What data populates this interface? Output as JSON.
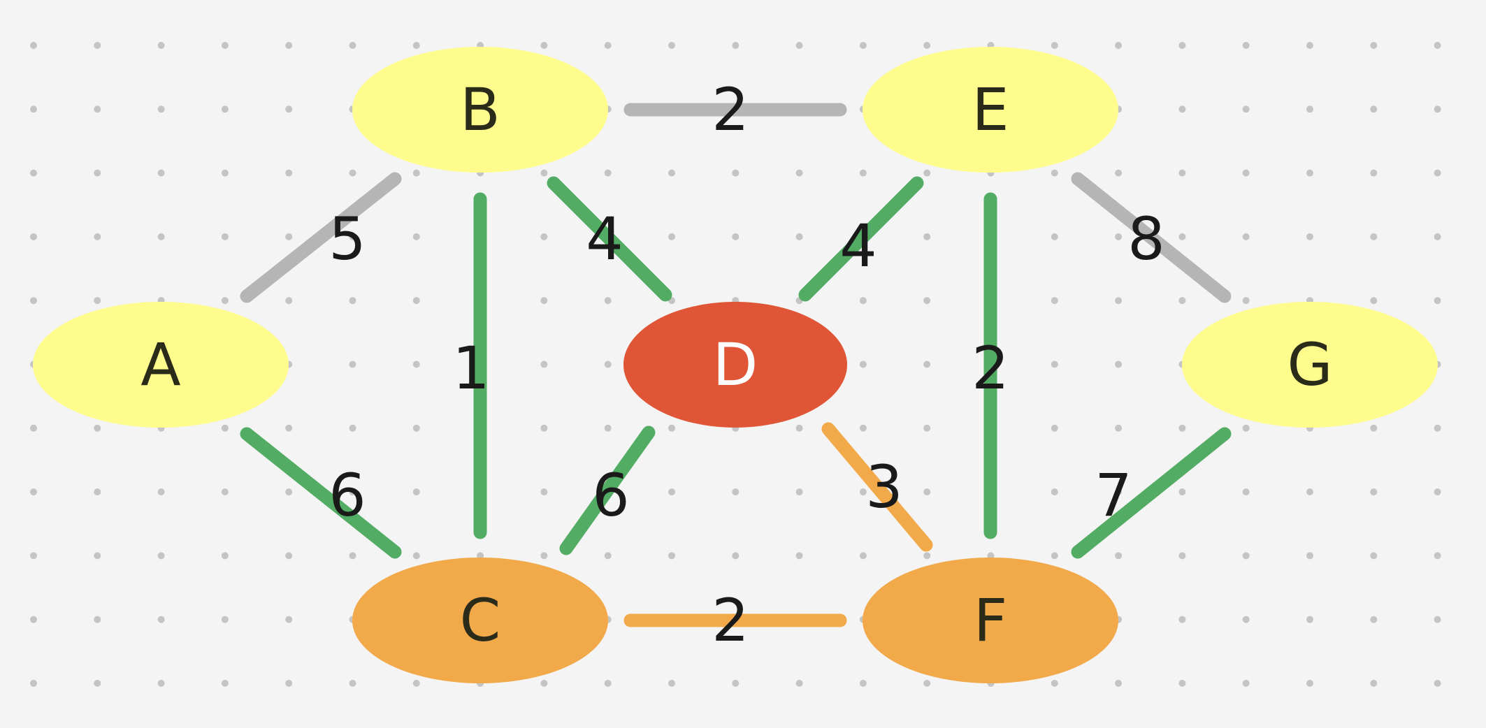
{
  "graph": {
    "colors": {
      "background": "#f4f4f4",
      "grid_dot": "#c4c4c4",
      "edge_gray": "#b5b5b5",
      "edge_green": "#52ac63",
      "edge_orange": "#f2a94a",
      "node_yellow": "#fffc8e",
      "node_orange": "#f2a94a",
      "node_red": "#e05535",
      "label_dark": "#2b2b1a",
      "label_white": "#ffffff"
    },
    "nodes": [
      {
        "id": "A",
        "label": "A",
        "state": "yellow"
      },
      {
        "id": "B",
        "label": "B",
        "state": "yellow"
      },
      {
        "id": "C",
        "label": "C",
        "state": "orange"
      },
      {
        "id": "D",
        "label": "D",
        "state": "red"
      },
      {
        "id": "E",
        "label": "E",
        "state": "yellow"
      },
      {
        "id": "F",
        "label": "F",
        "state": "orange"
      },
      {
        "id": "G",
        "label": "G",
        "state": "yellow"
      }
    ],
    "edges": [
      {
        "from": "A",
        "to": "B",
        "weight": "5",
        "state": "gray"
      },
      {
        "from": "A",
        "to": "C",
        "weight": "6",
        "state": "green"
      },
      {
        "from": "B",
        "to": "C",
        "weight": "1",
        "state": "green"
      },
      {
        "from": "B",
        "to": "D",
        "weight": "4",
        "state": "green"
      },
      {
        "from": "B",
        "to": "E",
        "weight": "2",
        "state": "gray"
      },
      {
        "from": "C",
        "to": "D",
        "weight": "6",
        "state": "green"
      },
      {
        "from": "C",
        "to": "F",
        "weight": "2",
        "state": "orange"
      },
      {
        "from": "D",
        "to": "E",
        "weight": "4",
        "state": "green"
      },
      {
        "from": "D",
        "to": "F",
        "weight": "3",
        "state": "orange"
      },
      {
        "from": "E",
        "to": "F",
        "weight": "2",
        "state": "green"
      },
      {
        "from": "E",
        "to": "G",
        "weight": "8",
        "state": "gray"
      },
      {
        "from": "F",
        "to": "G",
        "weight": "7",
        "state": "green"
      }
    ]
  }
}
